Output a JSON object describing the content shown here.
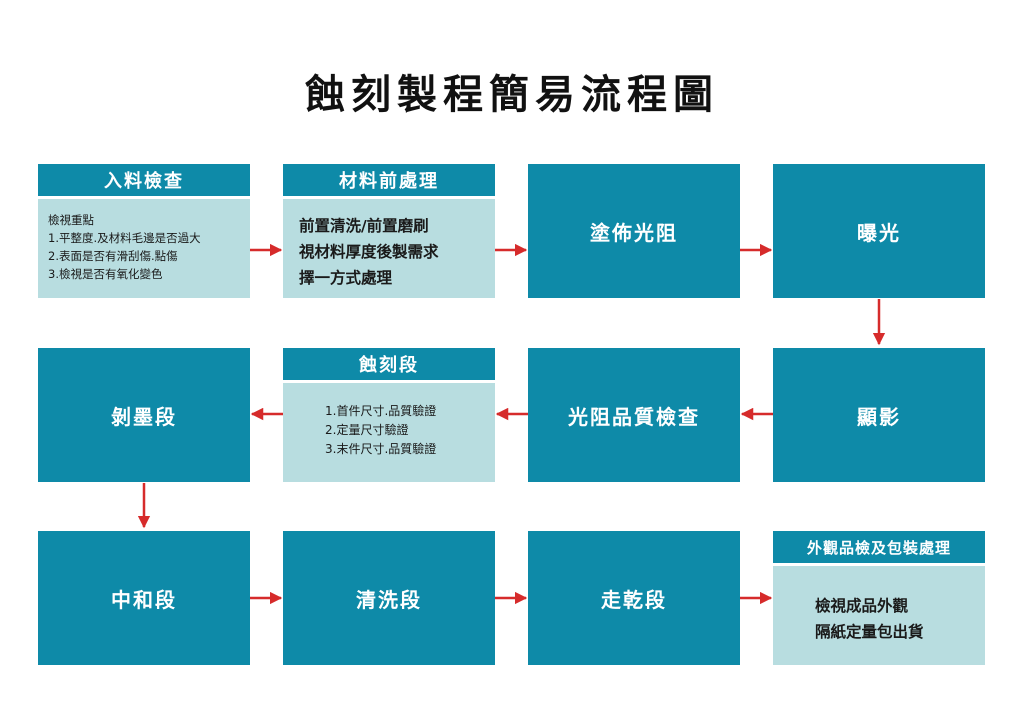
{
  "title": "蝕刻製程簡易流程圖",
  "colors": {
    "box": "#0e8aa8",
    "light": "#b8dde0",
    "arrow": "#d62b2b"
  },
  "steps": {
    "incoming": {
      "title": "入料檢查",
      "lines": [
        "檢視重點",
        "1.平整度.及材料毛邊是否過大",
        "2.表面是否有滑刮傷.點傷",
        "3.檢視是否有氧化變色"
      ]
    },
    "pretreat": {
      "title": "材料前處理",
      "lines": [
        "前置清洗/前置磨刷",
        "視材料厚度後製需求",
        "擇一方式處理"
      ]
    },
    "coating": {
      "label": "塗佈光阻"
    },
    "exposure": {
      "label": "曝光"
    },
    "strip": {
      "label": "剝墨段"
    },
    "etching": {
      "title": "蝕刻段",
      "lines": [
        "1.首件尺寸.品質驗證",
        "2.定量尺寸驗證",
        "3.末件尺寸.品質驗證"
      ]
    },
    "resist_check": {
      "label": "光阻品質檢查"
    },
    "develop": {
      "label": "顯影"
    },
    "neutralize": {
      "label": "中和段"
    },
    "wash": {
      "label": "清洗段"
    },
    "dry": {
      "label": "走乾段"
    },
    "packing": {
      "title": "外觀品檢及包裝處理",
      "lines": [
        "檢視成品外觀",
        "隔紙定量包出貨"
      ]
    }
  }
}
